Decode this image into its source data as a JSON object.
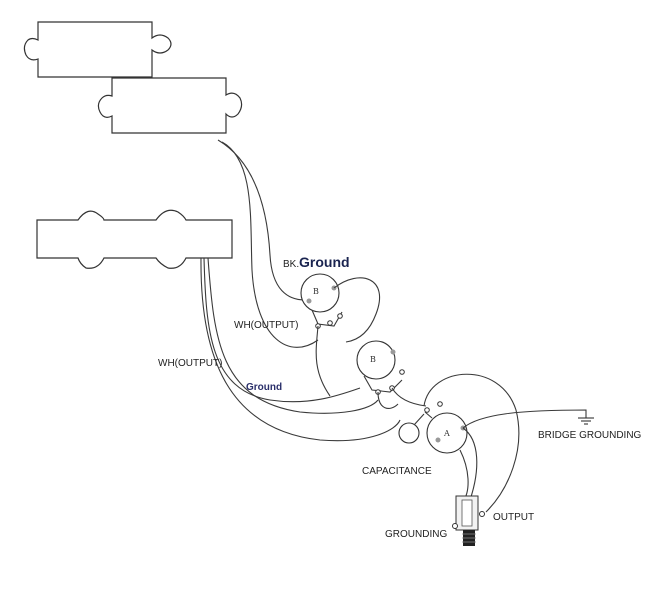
{
  "labels": {
    "bk": "BK.",
    "ground_top": "Ground",
    "wh_output_1": "WH(OUTPUT)",
    "wh_output_2": "WH(OUTPUT)",
    "ground_mid": "Ground",
    "capacitance": "CAPACITANCE",
    "bridge_grounding": "BRIDGE GROUNDING",
    "output": "OUTPUT",
    "grounding": "GROUNDING"
  },
  "pots": {
    "pot1_letter": "B",
    "pot2_letter": "B",
    "pot3_letter": "A"
  },
  "icons": [
    "ground-symbol-icon",
    "output-jack-icon"
  ]
}
